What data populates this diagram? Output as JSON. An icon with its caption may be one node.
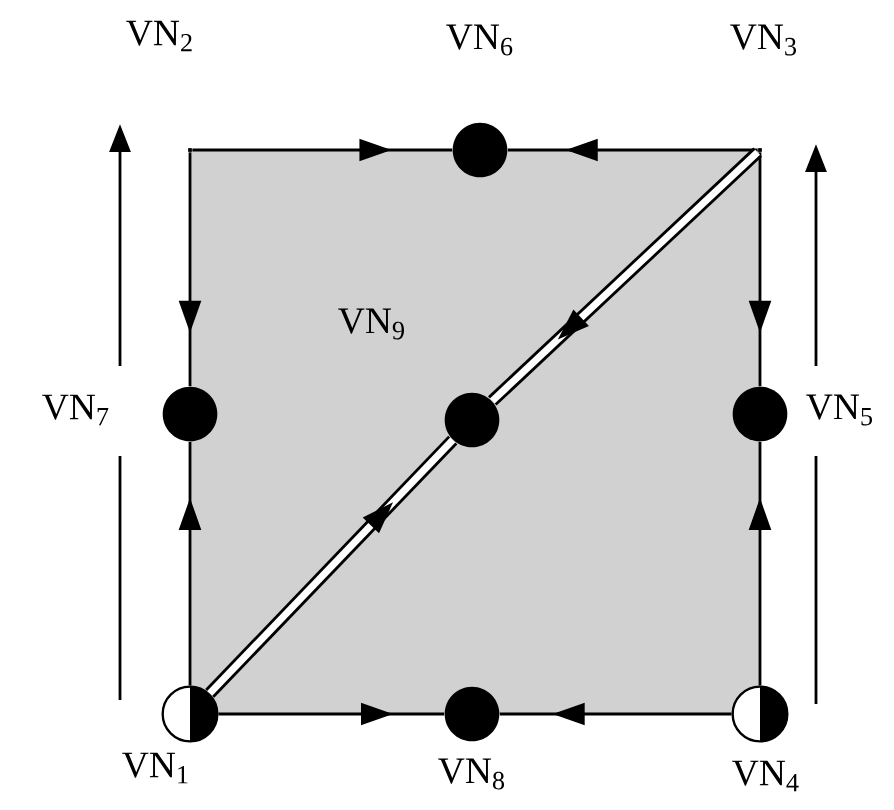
{
  "diagram": {
    "nodes": [
      {
        "text": [],
        "shape": "point",
        "beside": [
          "VN$_{2}$"
        ]
      },
      {
        "text": [],
        "shape": "circle",
        "beside": [
          "VN$_{6}$"
        ]
      },
      {
        "text": [],
        "shape": "point",
        "beside": [
          "VN$_{3}$"
        ]
      },
      {
        "text": [],
        "shape": "circle",
        "beside": [
          "VN$_{7}$"
        ]
      },
      {
        "text": [],
        "shape": "circle",
        "beside": [
          "VN$_{9}$"
        ]
      },
      {
        "text": [],
        "shape": "circle",
        "beside": [
          "VN$_{5}$"
        ]
      },
      {
        "text": [],
        "shape": "half-filled-circle",
        "beside": [
          "VN$_{1}$"
        ]
      },
      {
        "text": [],
        "shape": "circle",
        "beside": [
          "VN$_{8}$"
        ]
      },
      {
        "text": [],
        "shape": "half-filled-circle",
        "beside": [
          "VN$_{4}$"
        ]
      }
    ],
    "edges": [
      {
        "from": 0,
        "to": 1,
        "arrow": "to"
      },
      {
        "from": 2,
        "to": 1,
        "arrow": "to"
      },
      {
        "from": 0,
        "to": 3,
        "arrow": "to"
      },
      {
        "from": 6,
        "to": 3,
        "arrow": "to"
      },
      {
        "from": 2,
        "to": 5,
        "arrow": "to"
      },
      {
        "from": 8,
        "to": 5,
        "arrow": "to"
      },
      {
        "from": 6,
        "to": 7,
        "arrow": "to"
      },
      {
        "from": 8,
        "to": 7,
        "arrow": "to"
      },
      {
        "from": 6,
        "to": 4,
        "arrow": "to",
        "style": "thick"
      },
      {
        "from": 2,
        "to": 4,
        "arrow": "to",
        "style": "thick"
      }
    ]
  }
}
